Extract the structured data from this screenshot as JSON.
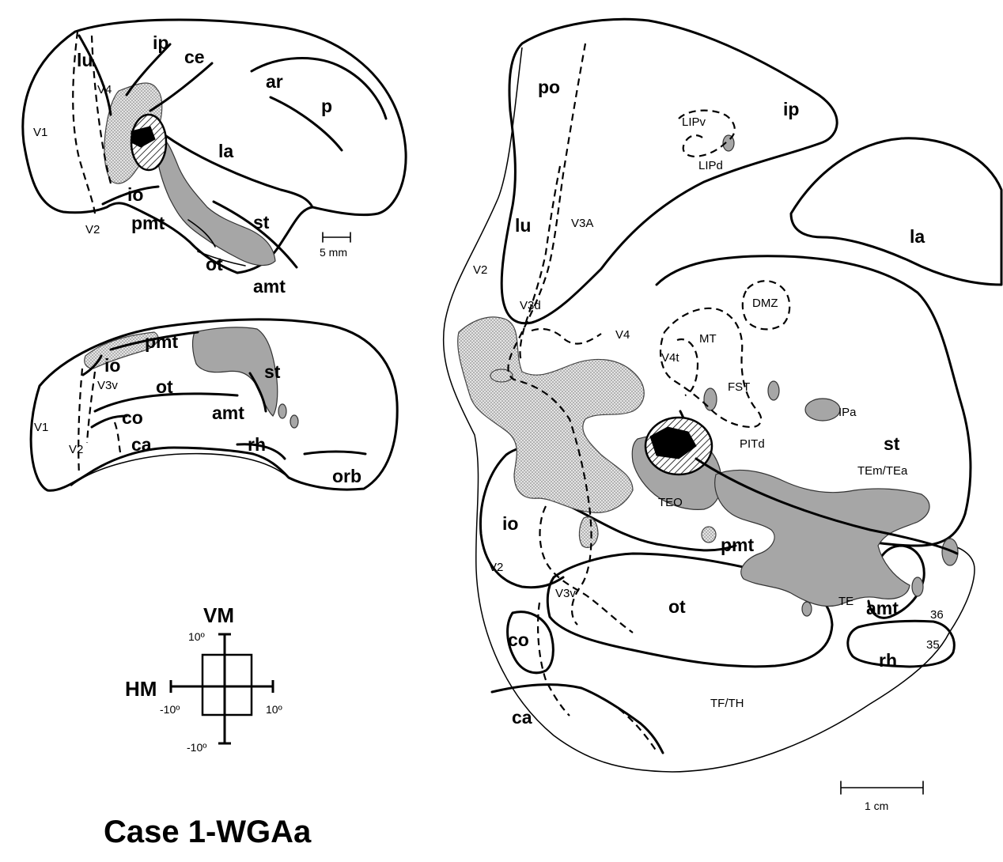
{
  "caption": "Case 1-WGAa",
  "lateral_view": {
    "labels": [
      "ip",
      "ce",
      "lu",
      "V4",
      "ar",
      "V1",
      "p",
      "la",
      "io",
      "st",
      "V2",
      "pmt",
      "ot",
      "amt"
    ],
    "scale_bar": "5 mm"
  },
  "ventral_view": {
    "labels": [
      "io",
      "pmt",
      "st",
      "V3v",
      "ot",
      "amt",
      "co",
      "V1",
      "V2",
      "ca",
      "rh",
      "orb"
    ]
  },
  "flatmap": {
    "sulci": [
      "po",
      "ip",
      "lu",
      "la",
      "io",
      "pmt",
      "ot",
      "co",
      "rh",
      "ca",
      "st",
      "amt"
    ],
    "areas": [
      "LIPv",
      "LIPd",
      "V3A",
      "V2",
      "V3d",
      "DMZ",
      "V4",
      "MT",
      "V4t",
      "FST",
      "IPa",
      "PITd",
      "TEm/TEa",
      "TEO",
      "V2",
      "V3v",
      "TE",
      "36",
      "35",
      "TF/TH"
    ],
    "scale_bar": "1 cm"
  },
  "visual_field_key": {
    "vertical_meridian": "VM",
    "horizontal_meridian": "HM",
    "top": "10º",
    "left": "-10º",
    "right": "10º",
    "bottom": "-10º"
  }
}
